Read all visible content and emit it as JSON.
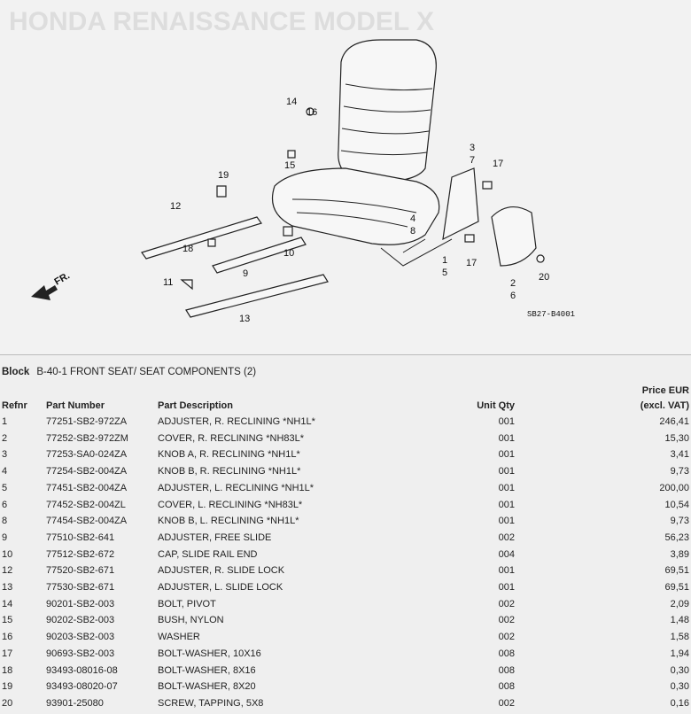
{
  "diagram": {
    "code": "SB27-B4001",
    "front_label": "FR.",
    "callouts": [
      "14",
      "16",
      "15",
      "3",
      "7",
      "17",
      "19",
      "12",
      "18",
      "10",
      "9",
      "11",
      "13",
      "4",
      "8",
      "1",
      "5",
      "17",
      "2",
      "6",
      "20"
    ],
    "watermark": "HONDA RENAISSANCE MODEL X"
  },
  "block": {
    "label": "Block",
    "title": "B-40-1 FRONT SEAT/ SEAT COMPONENTS (2)"
  },
  "table": {
    "headers": {
      "refnr": "Refnr",
      "part_number": "Part Number",
      "description": "Part Description",
      "qty": "Unit Qty",
      "price_line1": "Price EUR",
      "price_line2": "(excl. VAT)"
    },
    "rows": [
      {
        "ref": "1",
        "pn": "77251-SB2-972ZA",
        "desc": "ADJUSTER, R. RECLINING *NH1L*",
        "qty": "001",
        "price": "246,41"
      },
      {
        "ref": "2",
        "pn": "77252-SB2-972ZM",
        "desc": "COVER, R. RECLINING *NH83L*",
        "qty": "001",
        "price": "15,30"
      },
      {
        "ref": "3",
        "pn": "77253-SA0-024ZA",
        "desc": "KNOB A, R. RECLINING *NH1L*",
        "qty": "001",
        "price": "3,41"
      },
      {
        "ref": "4",
        "pn": "77254-SB2-004ZA",
        "desc": "KNOB B, R. RECLINING *NH1L*",
        "qty": "001",
        "price": "9,73"
      },
      {
        "ref": "5",
        "pn": "77451-SB2-004ZA",
        "desc": "ADJUSTER, L. RECLINING *NH1L*",
        "qty": "001",
        "price": "200,00"
      },
      {
        "ref": "6",
        "pn": "77452-SB2-004ZL",
        "desc": "COVER, L. RECLINING *NH83L*",
        "qty": "001",
        "price": "10,54"
      },
      {
        "ref": "8",
        "pn": "77454-SB2-004ZA",
        "desc": "KNOB B, L. RECLINING *NH1L*",
        "qty": "001",
        "price": "9,73"
      },
      {
        "ref": "9",
        "pn": "77510-SB2-641",
        "desc": "ADJUSTER, FREE SLIDE",
        "qty": "002",
        "price": "56,23"
      },
      {
        "ref": "10",
        "pn": "77512-SB2-672",
        "desc": "CAP, SLIDE RAIL END",
        "qty": "004",
        "price": "3,89"
      },
      {
        "ref": "12",
        "pn": "77520-SB2-671",
        "desc": "ADJUSTER, R. SLIDE LOCK",
        "qty": "001",
        "price": "69,51"
      },
      {
        "ref": "13",
        "pn": "77530-SB2-671",
        "desc": "ADJUSTER, L. SLIDE LOCK",
        "qty": "001",
        "price": "69,51"
      },
      {
        "ref": "14",
        "pn": "90201-SB2-003",
        "desc": "BOLT, PIVOT",
        "qty": "002",
        "price": "2,09"
      },
      {
        "ref": "15",
        "pn": "90202-SB2-003",
        "desc": "BUSH, NYLON",
        "qty": "002",
        "price": "1,48"
      },
      {
        "ref": "16",
        "pn": "90203-SB2-003",
        "desc": "WASHER",
        "qty": "002",
        "price": "1,58"
      },
      {
        "ref": "17",
        "pn": "90693-SB2-003",
        "desc": "BOLT-WASHER, 10X16",
        "qty": "008",
        "price": "1,94"
      },
      {
        "ref": "18",
        "pn": "93493-08016-08",
        "desc": "BOLT-WASHER, 8X16",
        "qty": "008",
        "price": "0,30"
      },
      {
        "ref": "19",
        "pn": "93493-08020-07",
        "desc": "BOLT-WASHER, 8X20",
        "qty": "008",
        "price": "0,30"
      },
      {
        "ref": "20",
        "pn": "93901-25080",
        "desc": "SCREW, TAPPING, 5X8",
        "qty": "002",
        "price": "0,16"
      }
    ]
  }
}
